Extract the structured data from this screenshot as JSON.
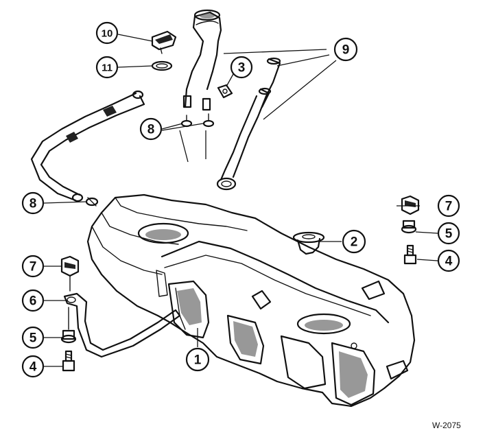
{
  "figure": {
    "reference_code": "W-2075",
    "callouts": [
      {
        "id": "callout-10",
        "label": "10"
      },
      {
        "id": "callout-11",
        "label": "11"
      },
      {
        "id": "callout-9",
        "label": "9"
      },
      {
        "id": "callout-3",
        "label": "3"
      },
      {
        "id": "callout-8-upper",
        "label": "8"
      },
      {
        "id": "callout-8-lower",
        "label": "8"
      },
      {
        "id": "callout-7-right",
        "label": "7"
      },
      {
        "id": "callout-5-right",
        "label": "5"
      },
      {
        "id": "callout-2",
        "label": "2"
      },
      {
        "id": "callout-4-right",
        "label": "4"
      },
      {
        "id": "callout-7-left",
        "label": "7"
      },
      {
        "id": "callout-6",
        "label": "6"
      },
      {
        "id": "callout-5-left",
        "label": "5"
      },
      {
        "id": "callout-4-left",
        "label": "4"
      },
      {
        "id": "callout-1",
        "label": "1"
      }
    ],
    "parts": [
      "fuel-filler-cap",
      "filler-cap-seal-ring",
      "filler-neck-hose",
      "vent-hoses",
      "clip-nut",
      "hose-clamp",
      "hose-clamp-left",
      "rubber-grommet",
      "mount-nut-right",
      "washer-right",
      "bolt-right",
      "mount-nut-left",
      "tank-strap",
      "washer-left",
      "bolt-left",
      "fuel-tank"
    ]
  }
}
